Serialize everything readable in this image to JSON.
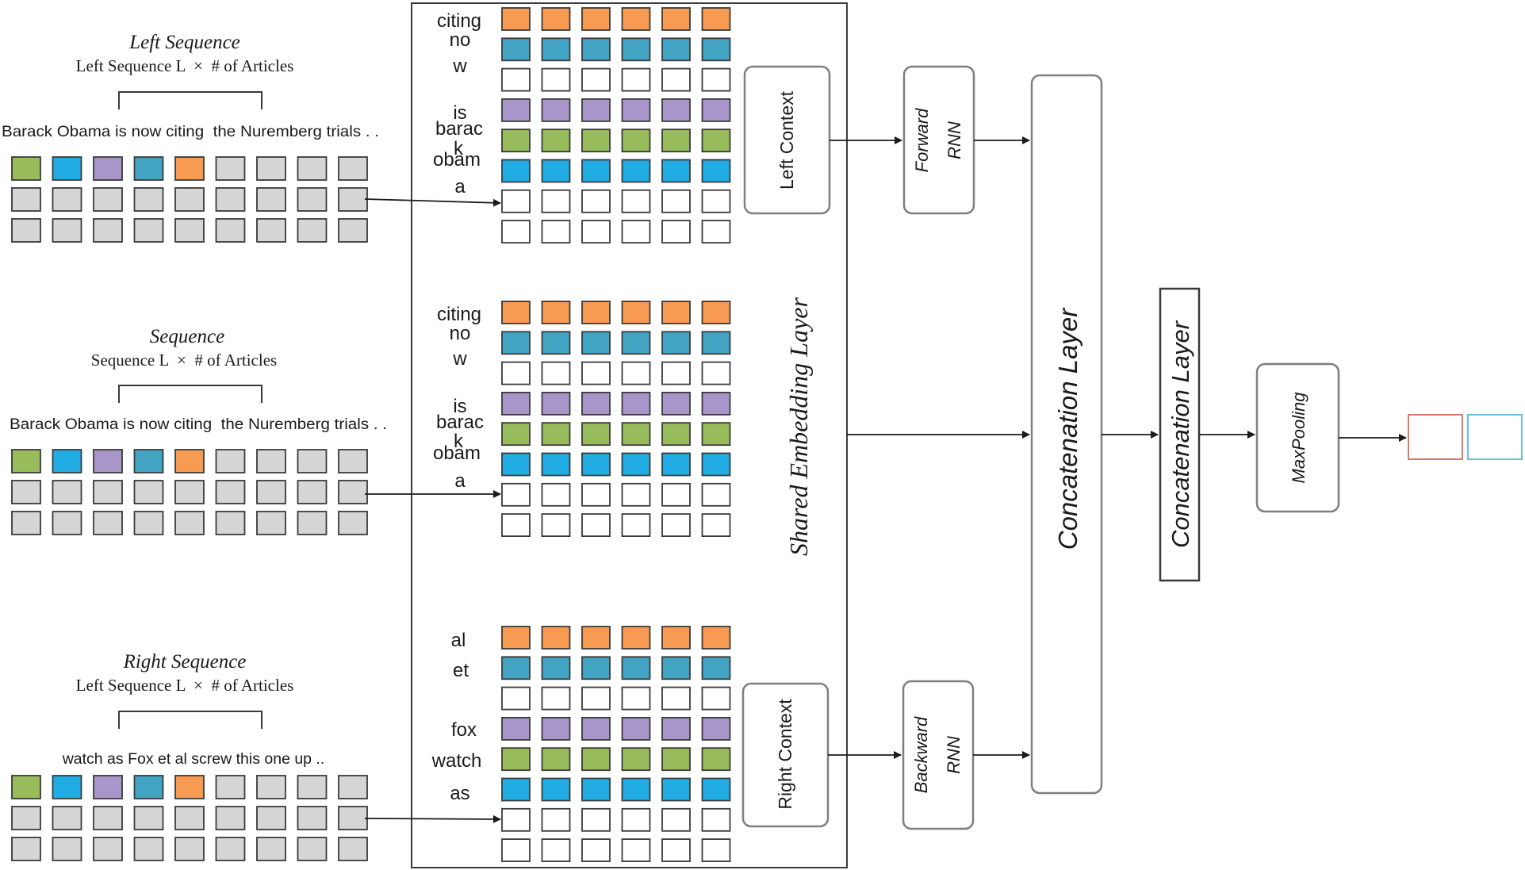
{
  "colors": {
    "orange": "#F79A52",
    "teal": "#42A4C2",
    "purple": "#A896CA",
    "green": "#98BC5B",
    "blue": "#22ACE4",
    "gray": "#D6D6D6",
    "white": "#FFFFFF",
    "stroke": "#3A3A3A",
    "box_stroke": "#7F7F7F",
    "output_red": "#D77870",
    "output_cyan": "#6CC4D4"
  },
  "inputs": [
    {
      "title": "Left Sequence",
      "dims": "Left Sequence L  ×  # of Articles",
      "sentence": "Barack Obama is now citing  the Nuremberg trials . .",
      "colored_row": [
        "green",
        "blue",
        "purple",
        "teal",
        "orange",
        "gray",
        "gray",
        "gray",
        "gray"
      ]
    },
    {
      "title": "Sequence",
      "dims": "Sequence L  ×  # of Articles",
      "sentence": "Barack Obama is now citing  the Nuremberg trials . .",
      "colored_row": [
        "green",
        "blue",
        "purple",
        "teal",
        "orange",
        "gray",
        "gray",
        "gray",
        "gray"
      ]
    },
    {
      "title": "Right Sequence",
      "dims": "Left Sequence L  ×  # of Articles",
      "sentence": "watch as Fox et al screw this one up ..",
      "colored_row": [
        "green",
        "blue",
        "purple",
        "teal",
        "orange",
        "gray",
        "gray",
        "gray",
        "gray"
      ]
    }
  ],
  "embedding": {
    "label": "Shared Embedding Layer",
    "groups": [
      {
        "rows": [
          "orange",
          "teal",
          "white",
          "purple",
          "green",
          "blue",
          "white",
          "white"
        ],
        "words": [
          "citing",
          "no",
          "w",
          "is",
          "barac",
          "k",
          "obam",
          "a"
        ]
      },
      {
        "rows": [
          "orange",
          "teal",
          "white",
          "purple",
          "green",
          "blue",
          "white",
          "white"
        ],
        "words": [
          "citing",
          "no",
          "w",
          "is",
          "barac",
          "k",
          "obam",
          "a"
        ]
      },
      {
        "rows": [
          "orange",
          "teal",
          "white",
          "purple",
          "green",
          "blue",
          "white",
          "white"
        ],
        "words": [
          "al",
          "et",
          "fox",
          "watch",
          "as"
        ]
      }
    ]
  },
  "boxes": {
    "left_context": "Left Context",
    "right_context": "Right Context",
    "forward_rnn_line1": "Forward",
    "forward_rnn_line2": "RNN",
    "backward_rnn_line1": "Backward",
    "backward_rnn_line2": "RNN",
    "concat1": "Concatenation Layer",
    "concat2": "Concatenation Layer",
    "maxpool": "MaxPooling"
  }
}
